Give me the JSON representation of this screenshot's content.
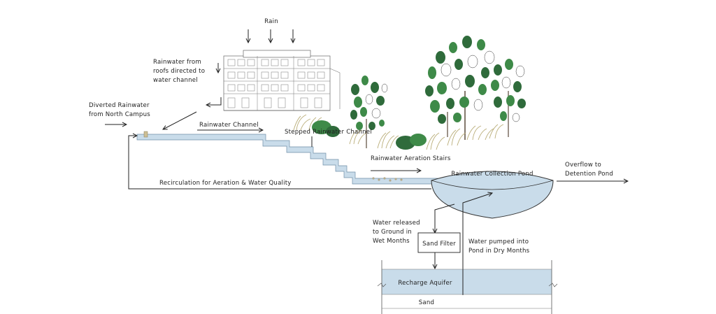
{
  "labels": {
    "rain": "Rain",
    "roof_water_1": "Rainwater from",
    "roof_water_2": "roofs directed to",
    "roof_water_3": "water channel",
    "diverted_1": "Diverted Rainwater",
    "diverted_2": "from North Campus",
    "rainwater_channel": "Rainwater Channel",
    "stepped_channel": "Stepped Rainwater Channel",
    "aeration_stairs": "Rainwater Aeration Stairs",
    "collection_pond": "Rainwater Collection Pond",
    "overflow_1": "Overflow to",
    "overflow_2": "Detention Pond",
    "recirculation": "Recirculation for Aeration & Water Quality",
    "released_1": "Water released",
    "released_2": "to Ground in",
    "released_3": "Wet Months",
    "sand_filter": "Sand Filter",
    "pumped_1": "Water pumped into",
    "pumped_2": "Pond in Dry Months",
    "recharge_aquifer": "Recharge Aquifer",
    "sand": "Sand"
  },
  "colors": {
    "water": "#c9dcea",
    "water_edge": "#7e9db5",
    "line": "#222222",
    "tree_dark": "#2f6b3b",
    "tree_mid": "#3e8a48",
    "grass": "#d8cfa4",
    "building": "#555555"
  },
  "icons": [
    "arrow-down-icon",
    "arrow-right-icon",
    "arrow-left-icon",
    "building-icon",
    "tree-icon",
    "grass-icon"
  ]
}
